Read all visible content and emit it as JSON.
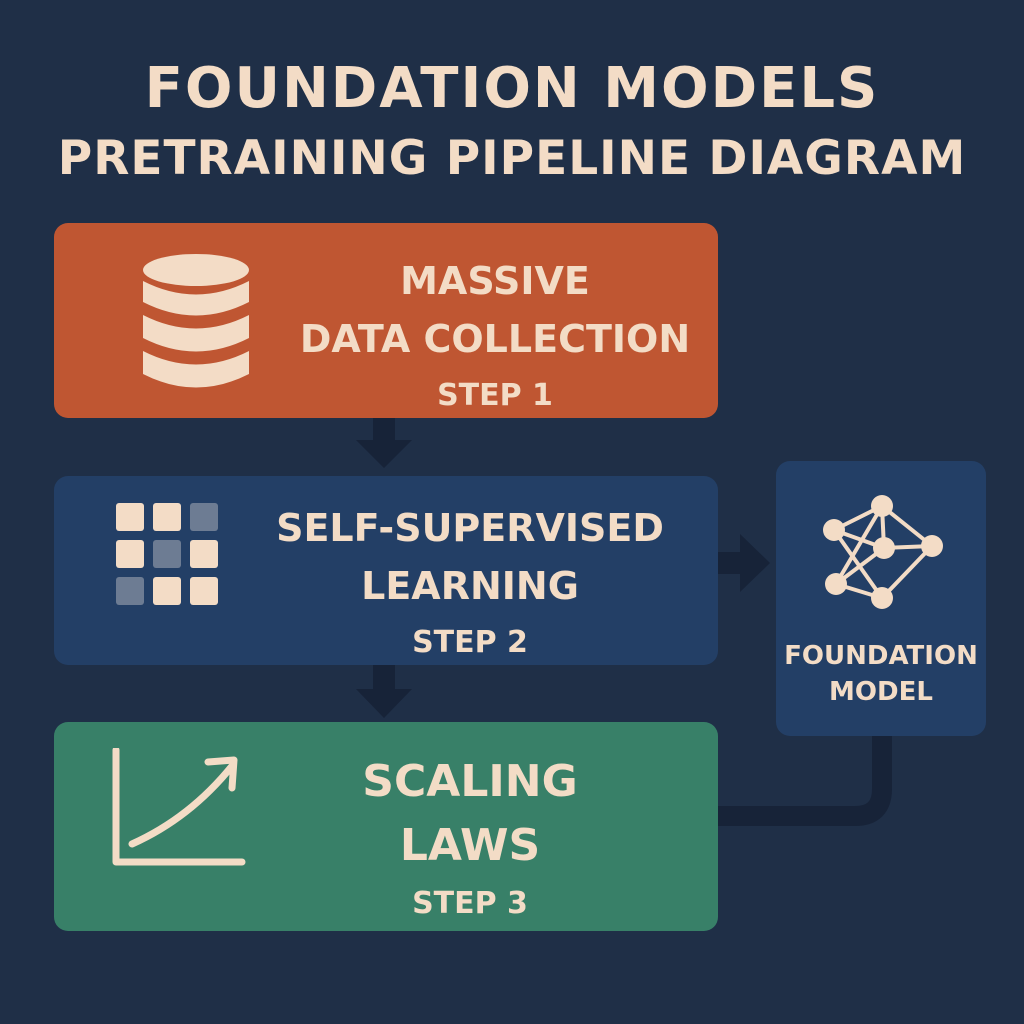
{
  "title": {
    "line1": "FOUNDATION MODELS",
    "line2": "PRETRAINING PIPELINE DIAGRAM"
  },
  "steps": [
    {
      "title_lines": [
        "MASSIVE",
        "DATA COLLECTION"
      ],
      "step_label": "STEP 1",
      "icon": "database-icon",
      "color": "#bf5632"
    },
    {
      "title_lines": [
        "SELF-SUPERVISED",
        "LEARNING"
      ],
      "step_label": "STEP 2",
      "icon": "grid-icon",
      "color": "#233f66"
    },
    {
      "title_lines": [
        "SCALING",
        "LAWS"
      ],
      "step_label": "STEP 3",
      "icon": "growth-chart-icon",
      "color": "#388068"
    }
  ],
  "model": {
    "label_lines": [
      "FOUNDATION",
      "MODEL"
    ],
    "icon": "neural-network-icon",
    "color": "#233f66"
  },
  "colors": {
    "background": "#1f2f47",
    "text": "#f3dcc6",
    "connector": "#172338"
  }
}
